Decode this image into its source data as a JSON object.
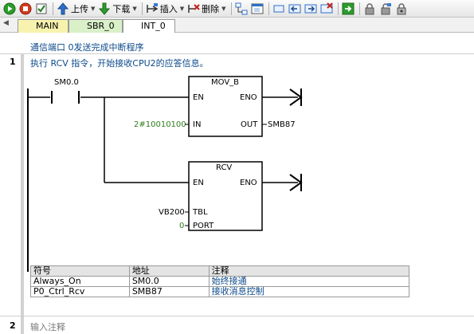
{
  "toolbar": {
    "upload_label": "上传",
    "download_label": "下载",
    "insert_label": "插入",
    "delete_label": "删除"
  },
  "tabs": [
    {
      "label": "MAIN",
      "color": "#f7f3ae"
    },
    {
      "label": "SBR_0",
      "color": "#d9f0c9"
    },
    {
      "label": "INT_0",
      "color": "#ffffff",
      "active": true
    }
  ],
  "editor": {
    "program_comment": "通信端口 0发送完成中断程序",
    "networks": [
      {
        "number": "1",
        "comment": "执行 RCV 指令，开始接收CPU2的应答信息。",
        "contact": {
          "address": "SM0.0"
        },
        "boxes": [
          {
            "title": "MOV_B",
            "en": "EN",
            "eno": "ENO",
            "in_label": "IN",
            "in_value": "2#10010100",
            "out_label": "OUT",
            "out_value": "SMB87"
          },
          {
            "title": "RCV",
            "en": "EN",
            "eno": "ENO",
            "tbl_label": "TBL",
            "tbl_value": "VB200",
            "port_label": "PORT",
            "port_value": "0"
          }
        ]
      },
      {
        "number": "2",
        "comment_placeholder": "输入注释"
      }
    ],
    "symbol_table": {
      "headers": [
        "符号",
        "地址",
        "注释"
      ],
      "rows": [
        [
          "Always_On",
          "SM0.0",
          "始终接通"
        ],
        [
          "P0_Ctrl_Rcv",
          "SMB87",
          "接收消息控制"
        ]
      ]
    }
  },
  "colors": {
    "comment_text": "#0c4a8a",
    "param_green": "#2e7d1a"
  }
}
